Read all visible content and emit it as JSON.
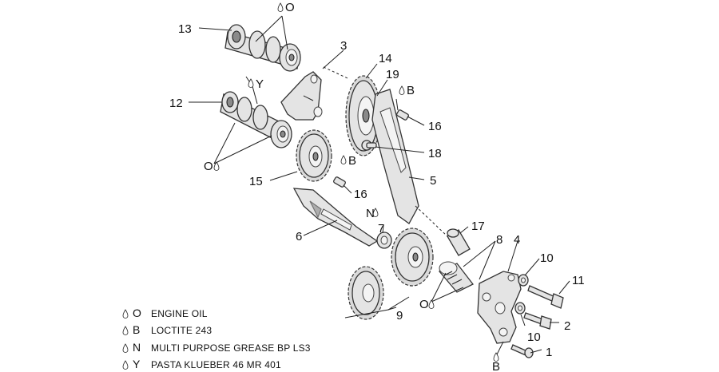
{
  "callouts": {
    "c1": "1",
    "c2": "2",
    "c3": "3",
    "c4": "4",
    "c5": "5",
    "c6": "6",
    "c7": "7",
    "c8": "8",
    "c9": "9",
    "c10a": "10",
    "c10b": "10",
    "c11": "11",
    "c12": "12",
    "c13": "13",
    "c14": "14",
    "c15": "15",
    "c16a": "16",
    "c16b": "16",
    "c17": "17",
    "c18": "18",
    "c19": "19"
  },
  "markers": {
    "m13": "O",
    "mY": "Y",
    "m12": "O",
    "mB16a": "B",
    "mB16b": "B",
    "mN7": "N",
    "mO8": "O",
    "mB1": "B"
  },
  "legend": [
    {
      "letter": "O",
      "text": "ENGINE OIL"
    },
    {
      "letter": "B",
      "text": "LOCTITE 243"
    },
    {
      "letter": "N",
      "text": "MULTI PURPOSE GREASE BP LS3"
    },
    {
      "letter": "Y",
      "text": "PASTA KLUEBER 46 MR 401"
    }
  ]
}
